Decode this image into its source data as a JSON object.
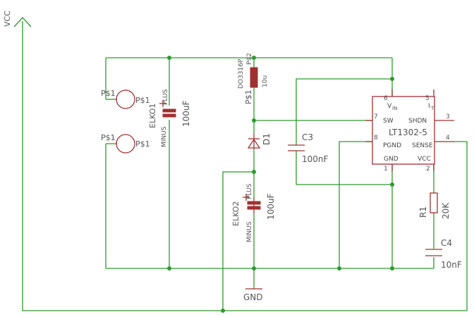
{
  "supply": {
    "net": "VCC",
    "ground": "GND"
  },
  "ic": {
    "name": "LT1302-5",
    "pins": {
      "vin": {
        "number": "6",
        "name_main": "V",
        "name_sub": "IN"
      },
      "it": {
        "number": "5",
        "name_main": "I",
        "name_sub": "T"
      },
      "sw": {
        "number": "7",
        "name": "SW"
      },
      "shdn": {
        "number": "3",
        "name": "SHDN"
      },
      "pgnd": {
        "number": "8",
        "name": "PGND"
      },
      "sense": {
        "number": "4",
        "name": "SENSE"
      },
      "gnd": {
        "number": "1",
        "name": "GND"
      },
      "vcc": {
        "number": "2",
        "name": "VCC"
      }
    }
  },
  "components": {
    "elko1": {
      "name": "ELKO1",
      "value": "100uF",
      "plus": "PLUS",
      "minus": "MINUS"
    },
    "elko2": {
      "name": "ELKO2",
      "value": "100uF",
      "plus": "PLUS",
      "minus": "MINUS"
    },
    "l1": {
      "part": "DO3316P",
      "value": "10u",
      "pin1": "P$1",
      "pin2": "P$2"
    },
    "d1": {
      "name": "D1"
    },
    "c3": {
      "name": "C3",
      "value": "100nF"
    },
    "c4": {
      "name": "C4",
      "value": "10nF"
    },
    "r1": {
      "name": "R1",
      "value": "20K"
    },
    "pad_top": {
      "left": "P$1",
      "right": "P$1"
    },
    "pad_bottom": {
      "left": "P$1",
      "right": "P$1"
    }
  },
  "colors": {
    "wire": "#2e9a2e",
    "symbol": "#a03030",
    "text": "#555555"
  }
}
